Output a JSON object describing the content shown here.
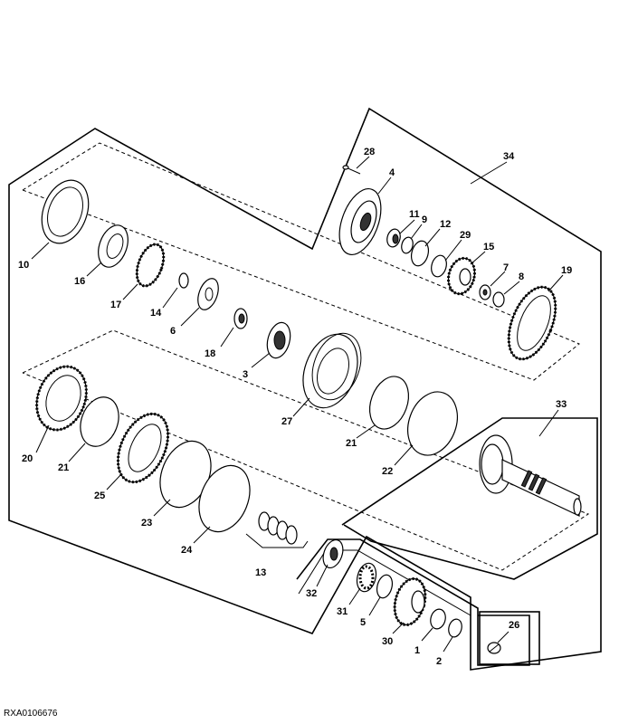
{
  "diagram": {
    "reference_code": "RXA0106676",
    "callouts": [
      {
        "id": "c28",
        "label": "28"
      },
      {
        "id": "c4",
        "label": "4"
      },
      {
        "id": "c34",
        "label": "34"
      },
      {
        "id": "c11",
        "label": "11"
      },
      {
        "id": "c9",
        "label": "9"
      },
      {
        "id": "c12",
        "label": "12"
      },
      {
        "id": "c29",
        "label": "29"
      },
      {
        "id": "c15",
        "label": "15"
      },
      {
        "id": "c7",
        "label": "7"
      },
      {
        "id": "c8",
        "label": "8"
      },
      {
        "id": "c19",
        "label": "19"
      },
      {
        "id": "c10",
        "label": "10"
      },
      {
        "id": "c16",
        "label": "16"
      },
      {
        "id": "c17",
        "label": "17"
      },
      {
        "id": "c14",
        "label": "14"
      },
      {
        "id": "c6",
        "label": "6"
      },
      {
        "id": "c18",
        "label": "18"
      },
      {
        "id": "c3",
        "label": "3"
      },
      {
        "id": "c27",
        "label": "27"
      },
      {
        "id": "c21a",
        "label": "21"
      },
      {
        "id": "c22",
        "label": "22"
      },
      {
        "id": "c33",
        "label": "33"
      },
      {
        "id": "c20",
        "label": "20"
      },
      {
        "id": "c21b",
        "label": "21"
      },
      {
        "id": "c25",
        "label": "25"
      },
      {
        "id": "c23",
        "label": "23"
      },
      {
        "id": "c24",
        "label": "24"
      },
      {
        "id": "c13",
        "label": "13"
      },
      {
        "id": "c32",
        "label": "32"
      },
      {
        "id": "c31",
        "label": "31"
      },
      {
        "id": "c5",
        "label": "5"
      },
      {
        "id": "c30",
        "label": "30"
      },
      {
        "id": "c1",
        "label": "1"
      },
      {
        "id": "c2",
        "label": "2"
      },
      {
        "id": "c26",
        "label": "26"
      }
    ]
  }
}
